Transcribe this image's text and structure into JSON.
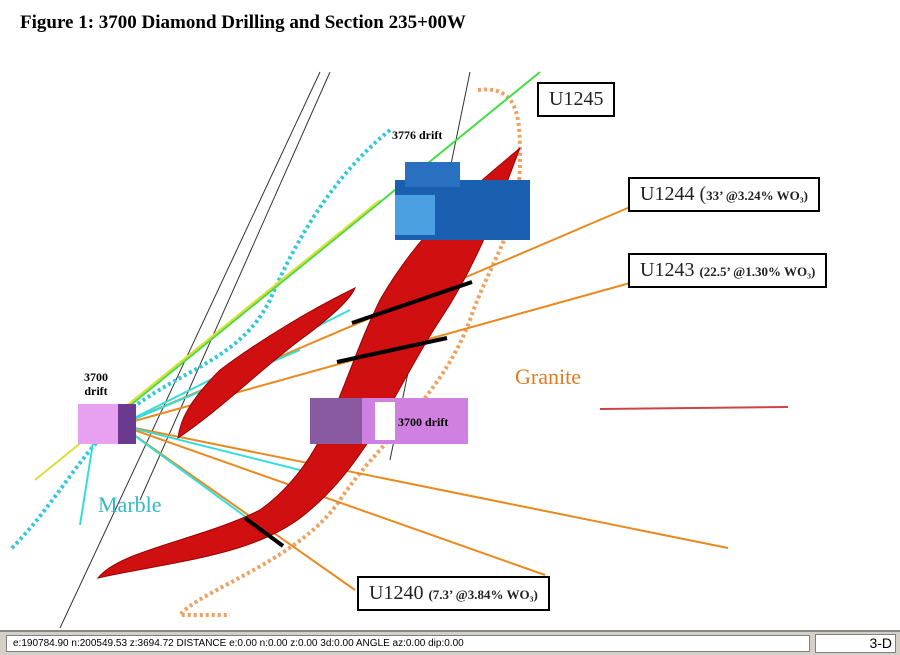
{
  "title": "Figure 1:  3700 Diamond Drilling and Section 235+00W",
  "labels": {
    "u1245": "U1245",
    "u1244": {
      "hole": "U1244 (",
      "assay": "33’ @3.24% WO₃)"
    },
    "u1243": {
      "hole": "U1243 ",
      "assay": "(22.5’ @1.30% WO₃)"
    },
    "u1240": {
      "hole": "U1240 ",
      "assay": "(7.3’ @3.84% WO₃)"
    },
    "drift_3776": "3776 drift",
    "drift_3700_left": "3700 drift",
    "drift_3700_center": "3700 drift",
    "granite": "Granite",
    "marble": "Marble"
  },
  "status_bar": {
    "coordinates": "e:190784.90  n:200549.53  z:3694.72   DISTANCE   e:0.00   n:0.00   z:0.00   3d:0.00   ANGLE   az:0.00   dip:0.00",
    "logo": "3-D"
  },
  "colors": {
    "ore": "#cc0000",
    "granite": "#e07b20",
    "marble": "#33c8d8",
    "drift_blue": "#1a5fb0",
    "drift_pink": "#d080e0"
  }
}
